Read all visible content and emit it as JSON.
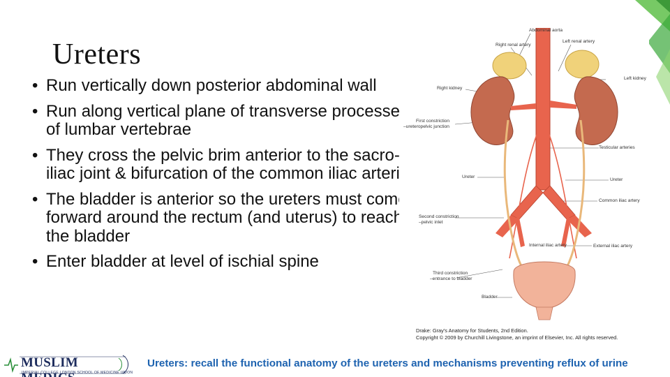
{
  "slide": {
    "title": "Ureters",
    "bullets": [
      "Run vertically down posterior abdominal wall",
      "Run along vertical plane of transverse processes of lumbar vertebrae",
      "They cross the pelvic brim anterior to the sacro-iliac joint & bifurcation of the common iliac arteries",
      "The bladder is anterior so the ureters must come forward around the rectum (and uterus) to reach the bladder",
      "Enter bladder at level of ischial spine"
    ],
    "bullet_glyph": "•"
  },
  "figure": {
    "labels": {
      "abdominal_aorta": "Abdominal aorta",
      "right_renal_artery": "Right renal artery",
      "left_renal_artery": "Left renal artery",
      "right_kidney": "Right kidney",
      "left_kidney": "Left kidney",
      "first_constriction": "First constriction",
      "ureteropelvic_junction": "–ureteropelvic junction",
      "testicular_arteries": "Testicular arteries",
      "ureter_left": "Ureter",
      "ureter_right": "Ureter",
      "common_iliac_artery": "Common iliac artery",
      "second_constriction": "Second constriction",
      "pelvic_inlet": "–pelvic inlet",
      "internal_iliac_artery": "Internal iliac artery",
      "external_iliac_artery": "External iliac artery",
      "third_constriction": "Third constriction",
      "entrance_to_bladder": "–entrance to bladder",
      "bladder": "Bladder"
    },
    "caption_line1": "Drake: Gray's Anatomy for Students, 2nd Edition.",
    "caption_line2": "Copyright © 2009 by Churchill Livingstone, an imprint of Elsevier, Inc. All rights reserved."
  },
  "footer": {
    "logo_title": "MUSLIM MEDICS",
    "logo_subtitle": "IMPERIAL COLLEGE LONDON SCHOOL OF MEDICINE UNION",
    "text": "Ureters: recall the functional anatomy of the ureters and mechanisms preventing reflux of urine"
  },
  "colors": {
    "accent_green": "#3aa83a",
    "artery_red": "#e8644d",
    "kidney_brown": "#c46a4f",
    "adrenal_yellow": "#f0d27a",
    "footer_blue": "#1e63b0",
    "logo_navy": "#1c2b5c"
  }
}
